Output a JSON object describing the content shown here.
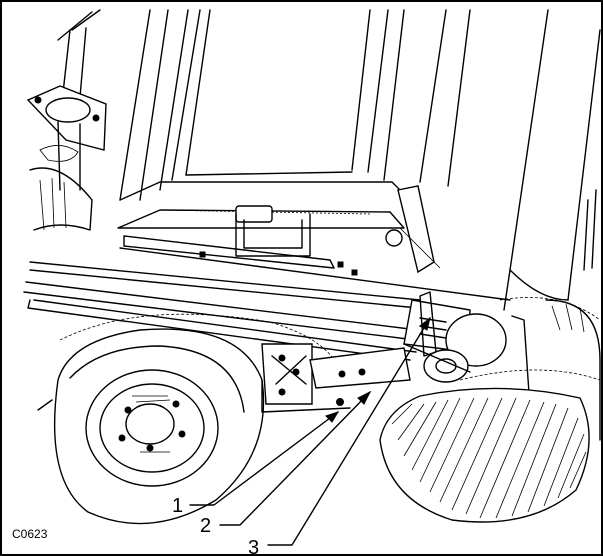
{
  "figure": {
    "code": "C0623",
    "callouts": [
      {
        "label": "1"
      },
      {
        "label": "2"
      },
      {
        "label": "3"
      }
    ]
  }
}
